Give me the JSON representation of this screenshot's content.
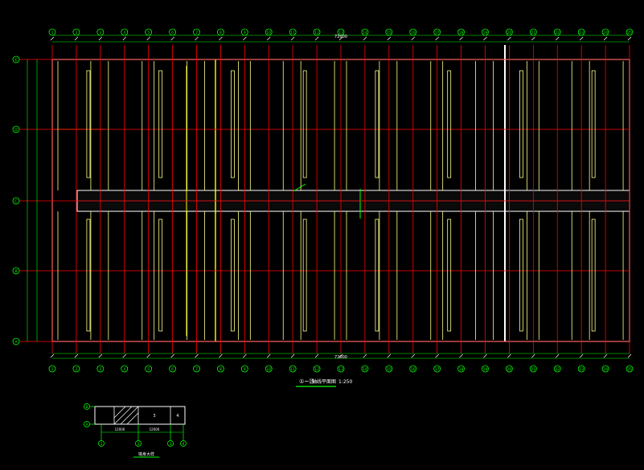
{
  "drawing": {
    "grid_columns": [
      "1",
      "2",
      "3",
      "4",
      "5",
      "6",
      "7",
      "8",
      "9",
      "10",
      "11",
      "12",
      "13",
      "14",
      "15",
      "16",
      "17",
      "18",
      "19",
      "20",
      "21",
      "22",
      "23",
      "24",
      "25"
    ],
    "grid_rows": [
      "E",
      "D",
      "C",
      "B",
      "A"
    ],
    "top_total_dim": "72000",
    "bottom_total_dim": "72000",
    "caption_left": "①~㉕",
    "caption_title": "轴线平面图",
    "caption_scale": "1:250",
    "detail_cols": [
      "1",
      "2",
      "3",
      "4"
    ],
    "detail_dim_a": "12000",
    "detail_dim_b": "12000",
    "detail_cell_3": "3",
    "detail_cell_4": "4",
    "detail_title": "墙身大样",
    "colors": {
      "background": "#000000",
      "axis_bubble": "#00ff00",
      "axis_line": "#ff0000",
      "wall": "#ffff88",
      "dimension_text": "#ffffff",
      "highlight": "#ffff00"
    }
  }
}
